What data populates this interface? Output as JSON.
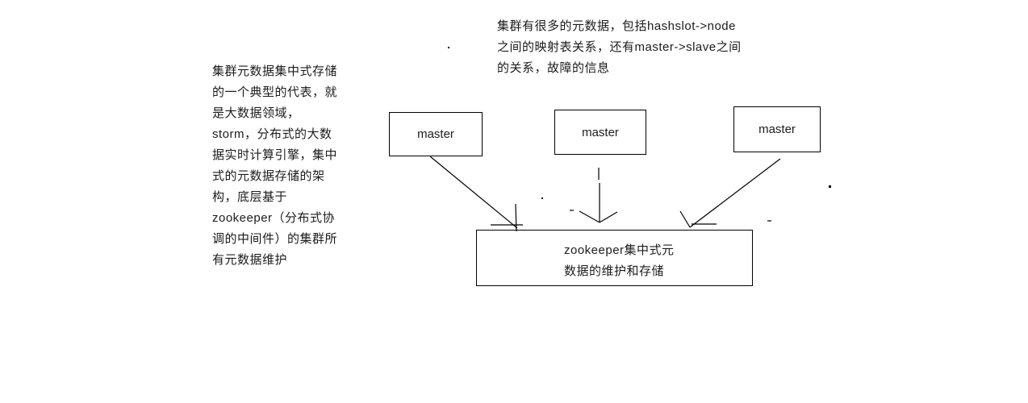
{
  "colors": {
    "background": "#ffffff",
    "line": "#000000",
    "text": "#1c1c1c"
  },
  "left_note": {
    "lines": [
      "集群元数据集中式存储",
      "的一个典型的代表，就",
      "是大数据领域，",
      "storm，分布式的大数",
      "据实时计算引擎，集中",
      "式的元数据存储的架",
      "构，底层基于",
      "zookeeper（分布式协",
      "调的中间件）的集群所",
      "有元数据维护"
    ]
  },
  "top_note": {
    "lines": [
      "集群有很多的元数据，包括hashslot->node",
      "之间的映射表关系，还有master->slave之间",
      "的关系，故障的信息"
    ]
  },
  "diagram": {
    "masters": [
      {
        "label": "master"
      },
      {
        "label": "master"
      },
      {
        "label": "master"
      }
    ],
    "zookeeper": {
      "lines": [
        "zookeeper集中式元",
        "数据的维护和存储"
      ]
    },
    "edges": [
      {
        "from": "master-1",
        "to": "zookeeper-store"
      },
      {
        "from": "master-2",
        "to": "zookeeper-store"
      },
      {
        "from": "master-3",
        "to": "zookeeper-store"
      }
    ]
  }
}
